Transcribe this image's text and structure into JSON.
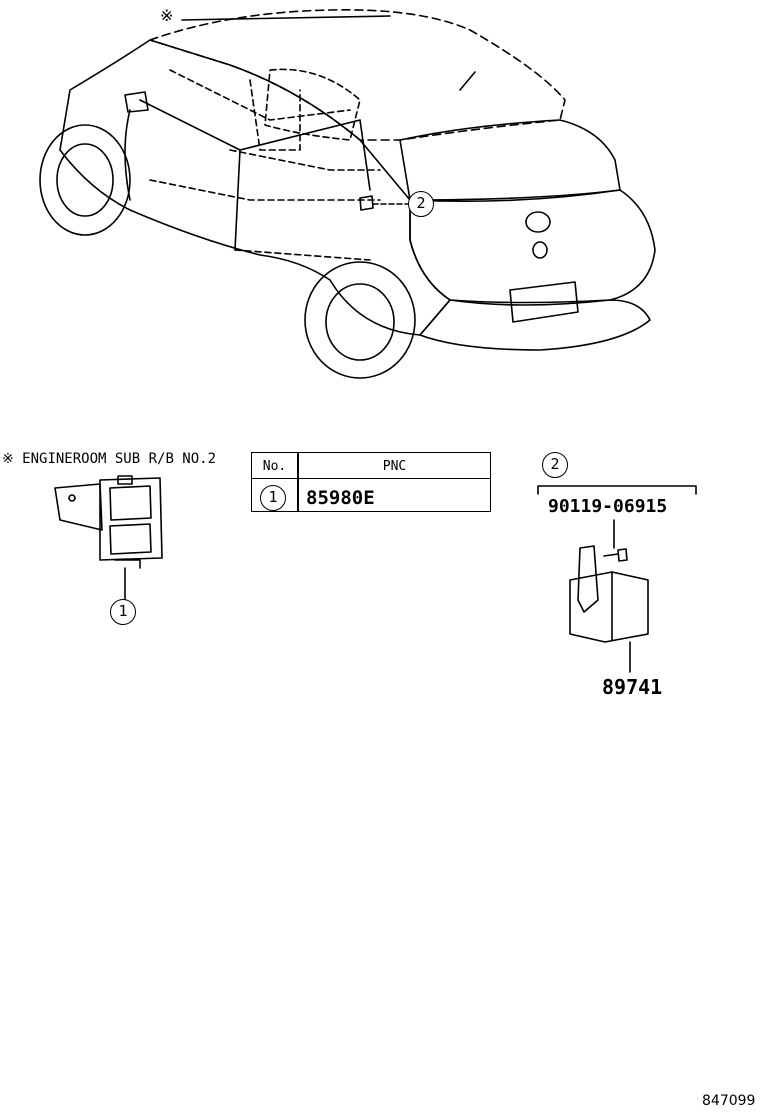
{
  "header_note": {
    "mark": "※",
    "label": "※ ENGINEROOM SUB R/B NO.2"
  },
  "table": {
    "header_no": "No.",
    "header_pnc": "PNC",
    "rows": [
      {
        "no": "1",
        "pnc": "85980E"
      }
    ]
  },
  "callouts": {
    "car_ref": "2",
    "group_ref": "2",
    "sub_rb_ref": "1"
  },
  "parts": {
    "bolt_number": "90119-06915",
    "module_number": "89741"
  },
  "illustration_id": "847099"
}
